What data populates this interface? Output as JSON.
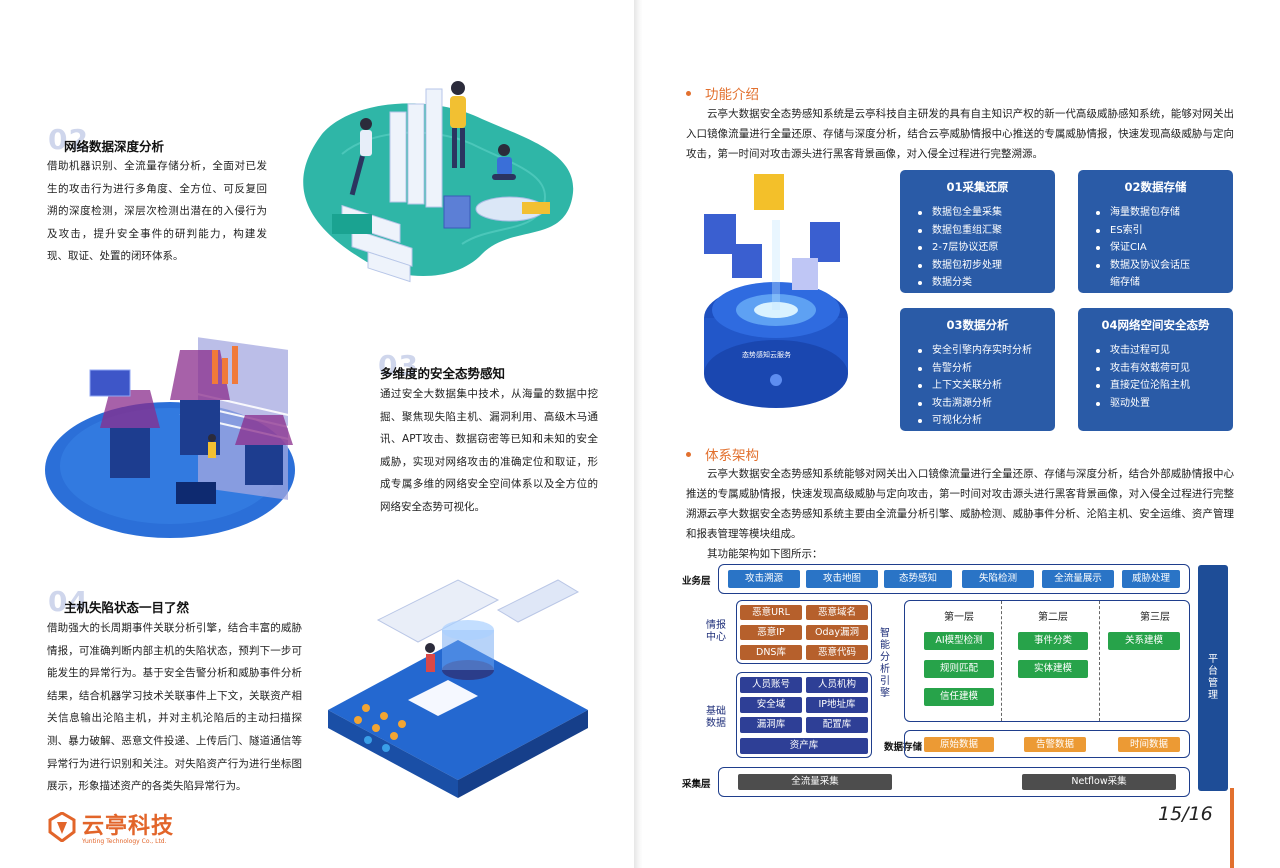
{
  "left": {
    "sections": [
      {
        "num": "02",
        "title": "网络数据深度分析",
        "body": "借助机器识别、全流量存储分析，全面对已发生的攻击行为进行多角度、全方位、可反复回溯的深度检测，深层次检测出潜在的入侵行为及攻击，提升安全事件的研判能力，构建发现、取证、处置的闭环体系。"
      },
      {
        "num": "03",
        "title": "多维度的安全态势感知",
        "body": "通过安全大数据集中技术，从海量的数据中挖掘、聚焦现失陷主机、漏洞利用、高级木马通讯、APT攻击、数据窃密等已知和未知的安全威胁，实现对网络攻击的准确定位和取证，形成专属多维的网络安全空间体系以及全方位的网络安全态势可视化。"
      },
      {
        "num": "04",
        "title": "主机失陷状态一目了然",
        "body": "借助强大的长周期事件关联分析引擎，结合丰富的威胁情报，可准确判断内部主机的失陷状态，预判下一步可能发生的异常行为。基于安全告警分析和威胁事件分析结果，结合机器学习技术关联事件上下文，关联资产相关信息输出沦陷主机，并对主机沦陷后的主动扫描探测、暴力破解、恶意文件投递、上传后门、隧道通信等异常行为进行识别和关注。对失陷资产行为进行坐标图展示，形象描述资产的各类失陷异常行为。"
      }
    ],
    "logo": {
      "name": "云亭科技",
      "sub": "Yunting Technology Co., Ltd."
    }
  },
  "right": {
    "func_heading": "功能介绍",
    "func_body": "云亭大数据安全态势感知系统是云亭科技自主研发的具有自主知识产权的新一代高级威胁感知系统，能够对网关出入口镜像流量进行全量还原、存储与深度分析，结合云亭威胁情报中心推送的专属威胁情报，快速发现高级威胁与定向攻击，第一时间对攻击源头进行黑客背景画像，对入侵全过程进行完整溯源。",
    "device_label": "态势感知云服务",
    "boxes": [
      {
        "title": "01采集还原",
        "items": [
          "数据包全量采集",
          "数据包重组汇聚",
          "2-7层协议还原",
          "数据包初步处理",
          "数据分类"
        ]
      },
      {
        "title": "02数据存储",
        "items": [
          "海量数据包存储",
          "ES索引",
          "保证CIA",
          "数据及协议会话压缩存储"
        ]
      },
      {
        "title": "03数据分析",
        "items": [
          "安全引擎内存实时分析",
          "告警分析",
          "上下文关联分析",
          "攻击溯源分析",
          "可视化分析"
        ]
      },
      {
        "title": "04网络空间安全态势",
        "items": [
          "攻击过程可见",
          "攻击有效载荷可见",
          "直接定位沦陷主机",
          "驱动处置"
        ]
      }
    ],
    "arch_heading": "体系架构",
    "arch_p1": "云亭大数据安全态势感知系统能够对网关出入口镜像流量进行全量还原、存储与深度分析，结合外部威胁情报中心推送的专属威胁情报，快速发现高级威胁与定向攻击，第一时间对攻击源头进行黑客背景画像，对入侵全过程进行完整溯源。",
    "arch_p2": "云亭大数据安全态势感知系统主要由全流量分析引擎、威胁检测、威胁事件分析、沦陷主机、安全运维、资产管理和报表管理等模块组成。",
    "arch_p3": "其功能架构如下图所示：",
    "arch": {
      "business_label": "业务层",
      "business": [
        "攻击溯源",
        "攻击地图",
        "态势感知",
        "失陷检测",
        "全流量展示",
        "威胁处理"
      ],
      "intel_label": "情报中心",
      "intel": [
        "恶意URL",
        "恶意域名",
        "恶意IP",
        "Oday漏洞",
        "DNS库",
        "恶意代码"
      ],
      "base_label": "基础数据",
      "base": [
        "人员账号",
        "人员机构",
        "安全域",
        "IP地址库",
        "漏洞库",
        "配置库",
        "资产库"
      ],
      "engine_label": "智能分析引擎",
      "layers": [
        "第一层",
        "第二层",
        "第三层"
      ],
      "layer1": [
        "AI模型检测",
        "规则匹配",
        "信任建模"
      ],
      "layer2": [
        "事件分类",
        "实体建模"
      ],
      "layer3": [
        "关系建模"
      ],
      "storage_label": "数据存储",
      "storage": [
        "原始数据",
        "告警数据",
        "时间数据"
      ],
      "collect_label": "采集层",
      "collect": [
        "全流量采集",
        "Netflow采集"
      ],
      "platform": "平台管理"
    },
    "page_number": "15/16"
  },
  "colors": {
    "accent": "#e2702e",
    "box_blue": "#2a5ba7",
    "brown": "#b6602c",
    "navy": "#2e3f96",
    "green": "#27a34a"
  }
}
